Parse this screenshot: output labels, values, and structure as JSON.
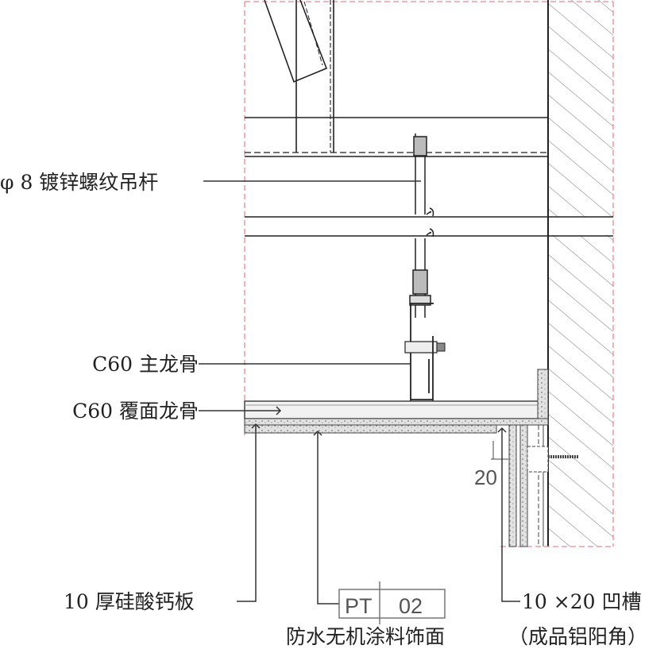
{
  "labels": {
    "hanger_rod": "φ 8 镀锌螺纹吊杆",
    "main_keel": "C60 主龙骨",
    "cover_keel": "C60 覆面龙骨",
    "board": "10 厚硅酸钙板",
    "finish_code_left": "PT",
    "finish_code_right": "02",
    "finish_desc": "防水无机涂料饰面",
    "groove": "10 ×20 凹槽",
    "groove_note": "（成品铝阳角）"
  },
  "dimension": "20",
  "colors": {
    "line": "#222222",
    "frame_dashed": "#e88a96",
    "hatch": "#777777",
    "speckle": "#bbbbbb"
  }
}
